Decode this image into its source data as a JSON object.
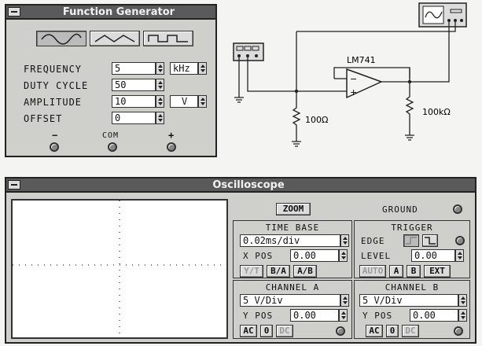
{
  "function_generator": {
    "title": "Function Generator",
    "waveforms": [
      "sine",
      "triangle",
      "square"
    ],
    "frequency": {
      "label": "FREQUENCY",
      "value": "5",
      "unit": "kHz"
    },
    "duty_cycle": {
      "label": "DUTY CYCLE",
      "value": "50"
    },
    "amplitude": {
      "label": "AMPLITUDE",
      "value": "10",
      "unit": "V"
    },
    "offset": {
      "label": "OFFSET",
      "value": "0"
    },
    "terminals": {
      "minus": "−",
      "com": "COM",
      "plus": "+"
    }
  },
  "circuit": {
    "opamp": "LM741",
    "r1": "100Ω",
    "r2": "100kΩ",
    "opamp_minus": "−",
    "opamp_plus": "+"
  },
  "oscilloscope": {
    "title": "Oscilloscope",
    "zoom_label": "ZOOM",
    "ground_label": "GROUND",
    "time_base": {
      "title": "TIME BASE",
      "value": "0.02ms/div",
      "xpos_label": "X POS",
      "xpos_value": "0.00",
      "modes": [
        "Y/T",
        "B/A",
        "A/B"
      ]
    },
    "trigger": {
      "title": "TRIGGER",
      "edge_label": "EDGE",
      "level_label": "LEVEL",
      "level_value": "0.00",
      "sources": [
        "AUTO",
        "A",
        "B",
        "EXT"
      ]
    },
    "channel_a": {
      "title": "CHANNEL A",
      "value": "5 V/Div",
      "ypos_label": "Y POS",
      "ypos_value": "0.00",
      "coupling": [
        "AC",
        "0",
        "DC"
      ]
    },
    "channel_b": {
      "title": "CHANNEL B",
      "value": "5 V/Div",
      "ypos_label": "Y POS",
      "ypos_value": "0.00",
      "coupling": [
        "AC",
        "0",
        "DC"
      ]
    }
  }
}
